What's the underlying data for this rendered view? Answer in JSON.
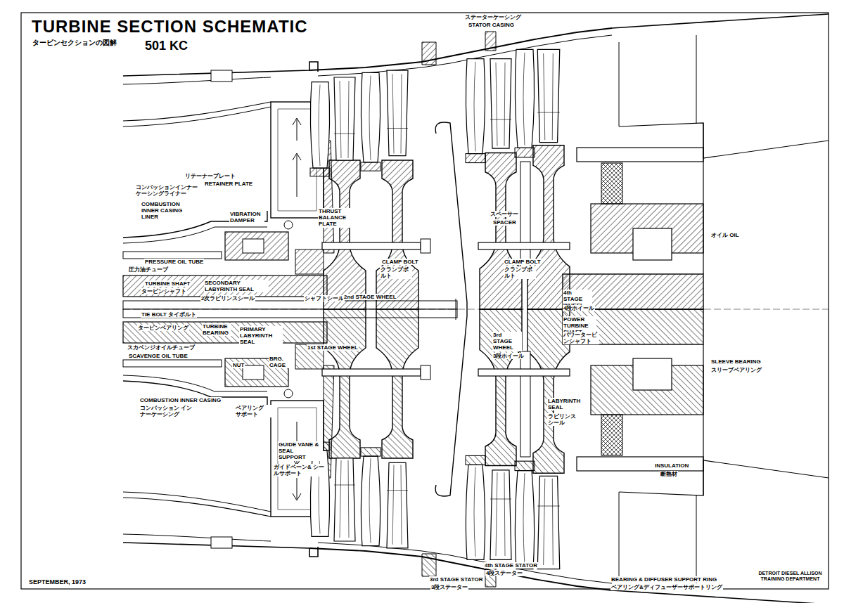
{
  "diagram": {
    "title": "TURBINE SECTION SCHEMATIC",
    "labels": [
      "タービンセクションの図解",
      "501 KC",
      "ステーターケーシング",
      "STATOR CASING",
      "リテーナープレート",
      "RETAINER PLATE",
      "コンバッションインナー ケーシングライナー",
      "COMBUSTION INNER CASING LINER",
      "VIBRATION DAMPER",
      "THRUST BALANCE PLATE",
      "スペーサー",
      "SPACER",
      "オイル OIL",
      "PRESSURE OIL TUBE",
      "圧力油チューブ",
      "CLAMP BOLT",
      "クランプボルト",
      "CLAMP BOLT",
      "クランプボルト",
      "TURBINE SHAFT",
      "タービンシャフト",
      "SECONDARY LABYRINTH SEAL",
      "2次ラビリンスシール",
      "シャフトシール",
      "2nd STAGE WHEEL",
      "TIE BOLT タイボルト",
      "4th STAGE WHEEL",
      "4段ホイール",
      "POWER TURBINE SHAFT",
      "パワータービンシャフト",
      "タービンベアリング",
      "TURBINE BEARING",
      "PRIMARY LABYRINTH SEAL",
      "1st STAGE WHEEL",
      "スカベンジオイルチューブ",
      "SCAVENGE OIL TUBE",
      "NUT",
      "BRG. CAGE",
      "3rd STAGE WHEEL",
      "3段ホイール",
      "SLEEVE BEARING",
      "スリーブベアリング",
      "COMBUSTION INNER CASING",
      "コンバッション インナーケーシング",
      "ベアリング サポート",
      "LABYRINTH SEAL",
      "ラビリンス シール",
      "GUIDE VANE & SEAL SUPPORT",
      "ガイドベーン& シールサポート",
      "INSULATION",
      "断熱材",
      "3rd STAGE STATOR",
      "3段ステーター",
      "4th STAGE STATOR",
      "4段ステーター",
      "BEARING & DIFFUSER SUPPORT RING",
      "ベアリング&ディフューザーサポートリング",
      "SEPTEMBER, 1973",
      "DETROIT DIESEL ALLISON TRAINING DEPARTMENT"
    ]
  }
}
